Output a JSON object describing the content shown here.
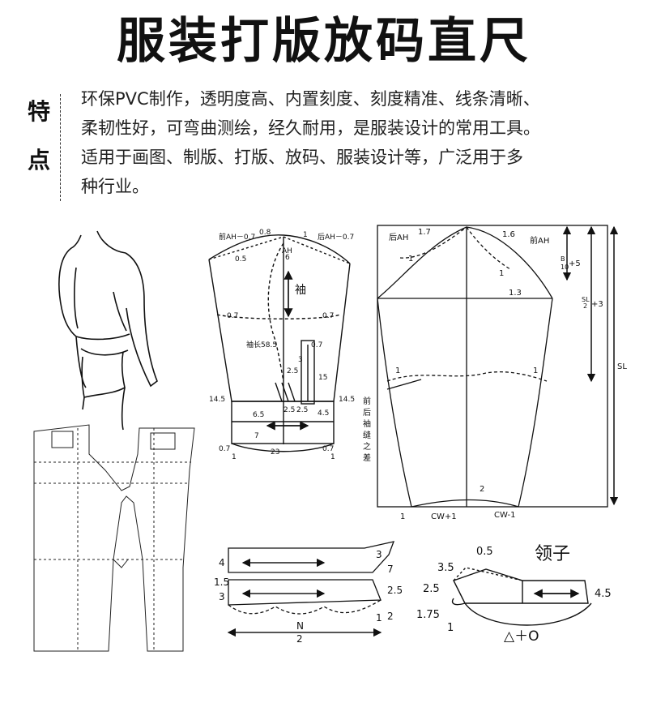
{
  "title": "服装打版放码直尺",
  "features": {
    "label_top": "特",
    "label_bottom": "点",
    "lines": [
      "环保PVC制作，透明度高、内置刻度、刻度精准、线条清晰、",
      "柔韧性好，可弯曲测绘，经久耐用，是服装设计的常用工具。",
      "适用于画图、制版、打版、放码、服装设计等，广泛用于多",
      "种行业。"
    ]
  },
  "sleeve": {
    "front_ah": "前AH－0.7",
    "back_ah": "后AH－0.7",
    "v08": "0.8",
    "v1": "1",
    "v05": "0.5",
    "ah": "AH",
    "ah_frac": "6",
    "xiu": "袖",
    "v07": "0.7",
    "length": "袖长58.5",
    "v3": "3",
    "v25": "2.5",
    "v15": "15",
    "v145": "14.5",
    "v65": "6.5",
    "v45": "4.5",
    "v7": "7",
    "v23": "23"
  },
  "sleeve2": {
    "back_ah": "后AH",
    "front_ah": "前AH",
    "v17": "1.7",
    "v16": "1.6",
    "v1": "1",
    "v13": "1.3",
    "b_top": "B",
    "b_bot": "10",
    "b_plus": "+5",
    "sl_top": "SL",
    "sl_bot": "2",
    "sl_plus": "+3",
    "sl": "SL",
    "v2": "2",
    "seam": [
      "前",
      "后",
      "袖",
      "缝",
      "之",
      "差"
    ],
    "cw1": "CW+1",
    "cw2": "CW-1"
  },
  "cuff": {
    "v4": "4",
    "v15": "1.5",
    "v3": "3",
    "v7": "7",
    "v25": "2.5",
    "v1": "1",
    "v2": "2",
    "n": "N",
    "n_bot": "2"
  },
  "collar": {
    "title": "领子",
    "v05": "0.5",
    "v35": "3.5",
    "v25": "2.5",
    "v175": "1.75",
    "v1": "1",
    "v45": "4.5",
    "formula": "△＋O"
  }
}
